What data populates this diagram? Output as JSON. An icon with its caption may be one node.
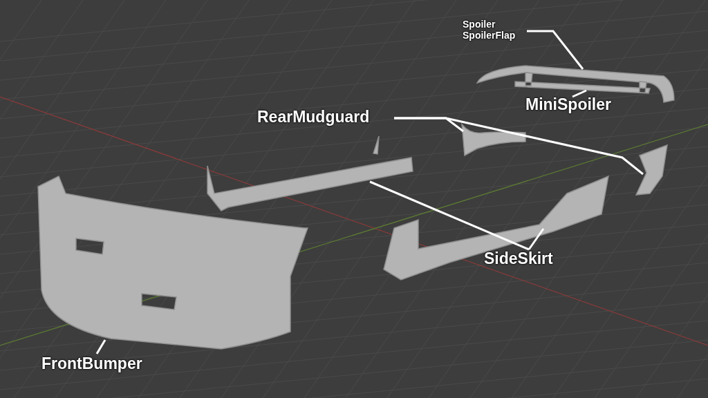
{
  "diagram": {
    "nodes": [
      {
        "text": [
          "Spoiler",
          "SpoilerFlap"
        ]
      },
      {
        "text": [],
        "shape": "picture"
      },
      {
        "text": [],
        "shape": "picture"
      },
      {
        "text": [
          "MiniSpoiler"
        ]
      },
      {
        "text": [
          "RearMudguard"
        ]
      },
      {
        "text": [],
        "shape": "picture"
      },
      {
        "text": [],
        "shape": "picture"
      },
      {
        "text": [],
        "shape": "picture"
      },
      {
        "text": [],
        "shape": "picture"
      },
      {
        "text": [
          "SideSkirt"
        ]
      },
      {
        "text": [],
        "shape": "picture"
      },
      {
        "text": [
          "FrontBumper"
        ]
      }
    ],
    "edges": [
      {
        "from": 0,
        "to": 1,
        "arrow": "none"
      },
      {
        "from": 3,
        "to": 2,
        "arrow": "none"
      },
      {
        "from": 4,
        "to": 5,
        "arrow": "none"
      },
      {
        "from": 4,
        "to": 6,
        "arrow": "none"
      },
      {
        "from": 9,
        "to": 7,
        "arrow": "none"
      },
      {
        "from": 9,
        "to": 8,
        "arrow": "none"
      },
      {
        "from": 11,
        "to": 10,
        "arrow": "none"
      }
    ]
  }
}
